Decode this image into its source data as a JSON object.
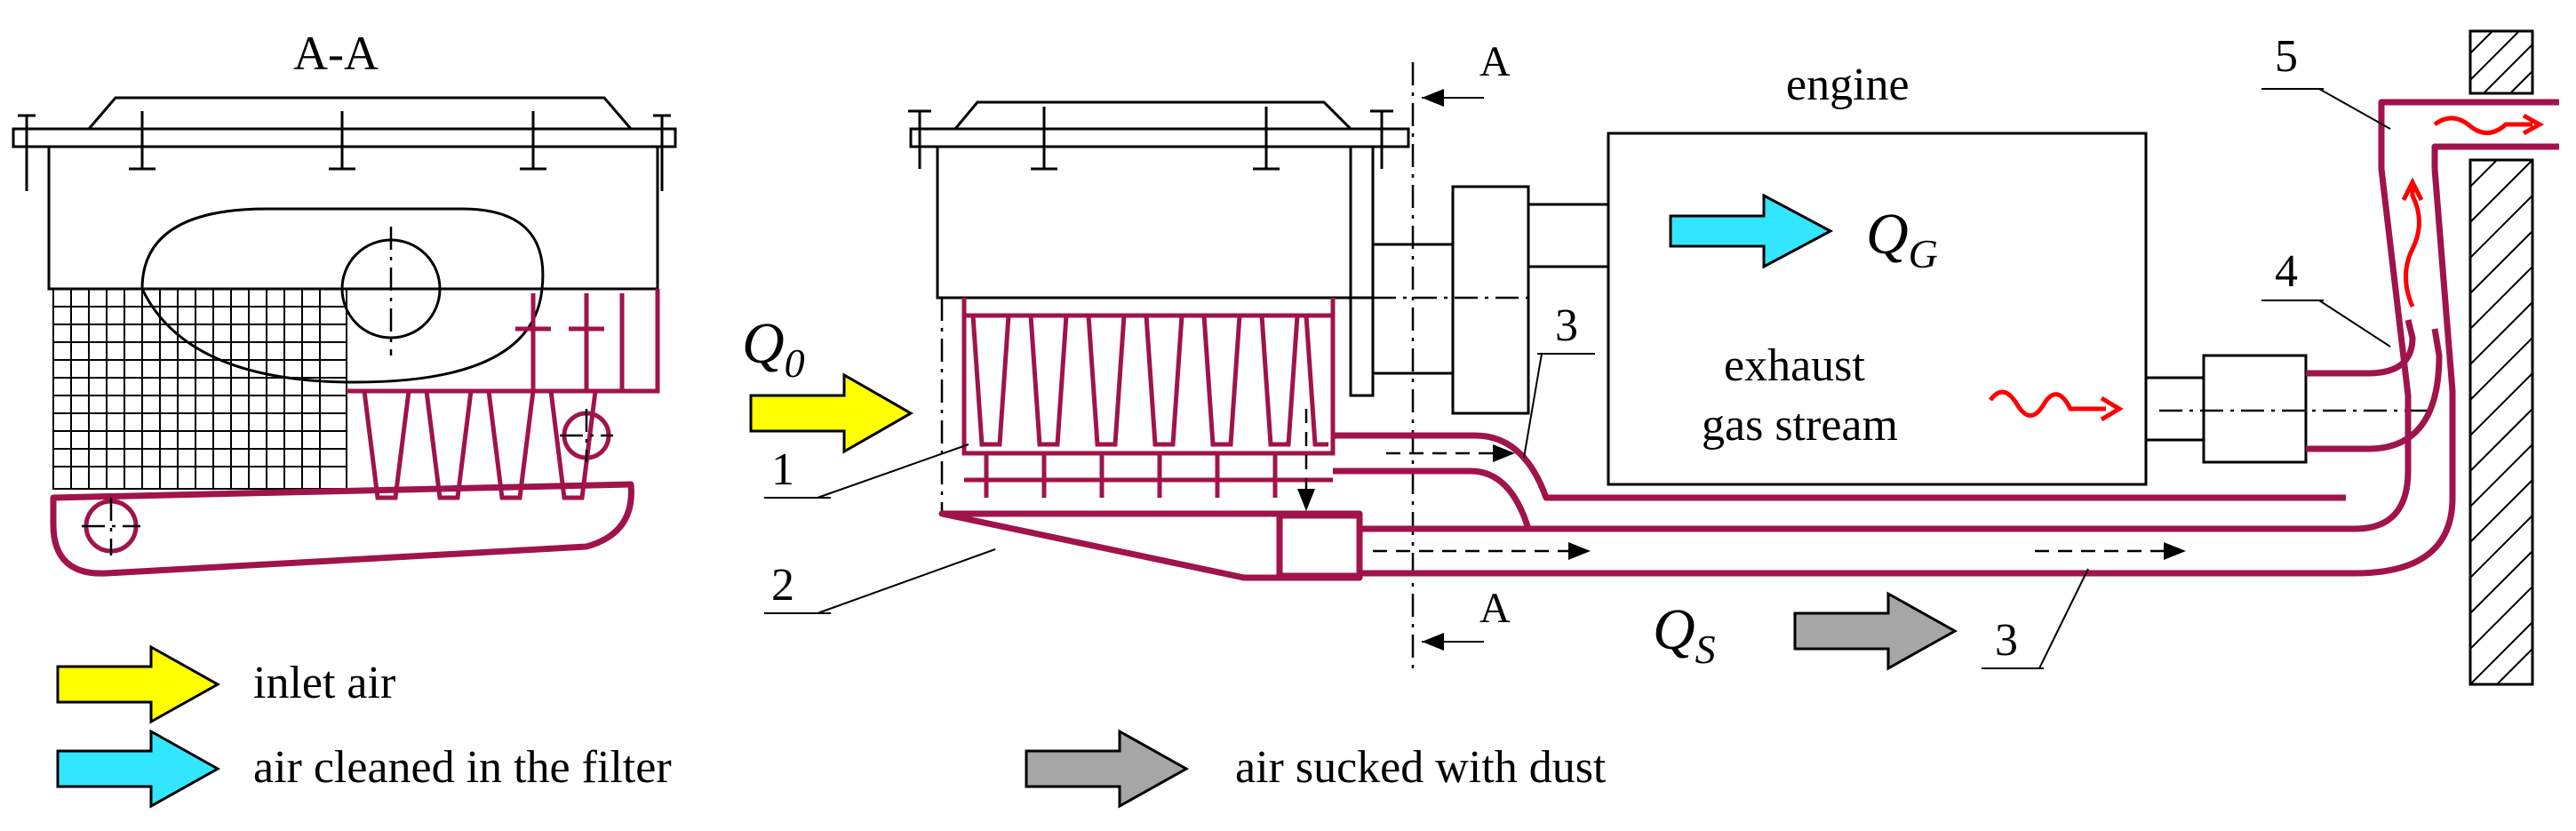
{
  "section_title": "A-A",
  "section_mark_top": "A",
  "section_mark_bottom": "A",
  "engine_label": "engine",
  "exhaust_label_line1": "exhaust",
  "exhaust_label_line2": "gas stream",
  "flows": {
    "q0": {
      "base": "Q",
      "sub": "0"
    },
    "qg": {
      "base": "Q",
      "sub": "G"
    },
    "qs": {
      "base": "Q",
      "sub": "S"
    }
  },
  "callouts": {
    "c1": "1",
    "c2": "2",
    "c3_upper": "3",
    "c3_lower": "3",
    "c4": "4",
    "c5": "5"
  },
  "legend": {
    "inlet": "inlet air",
    "cleaned": "air cleaned in the filter",
    "sucked": "air sucked with dust"
  },
  "colors": {
    "inlet_arrow": "#ffff00",
    "cleaned_arrow": "#33e6ff",
    "sucked_arrow": "#a6a6a6",
    "duct": "#a0134b",
    "exhaust_wave": "#ff0000"
  }
}
